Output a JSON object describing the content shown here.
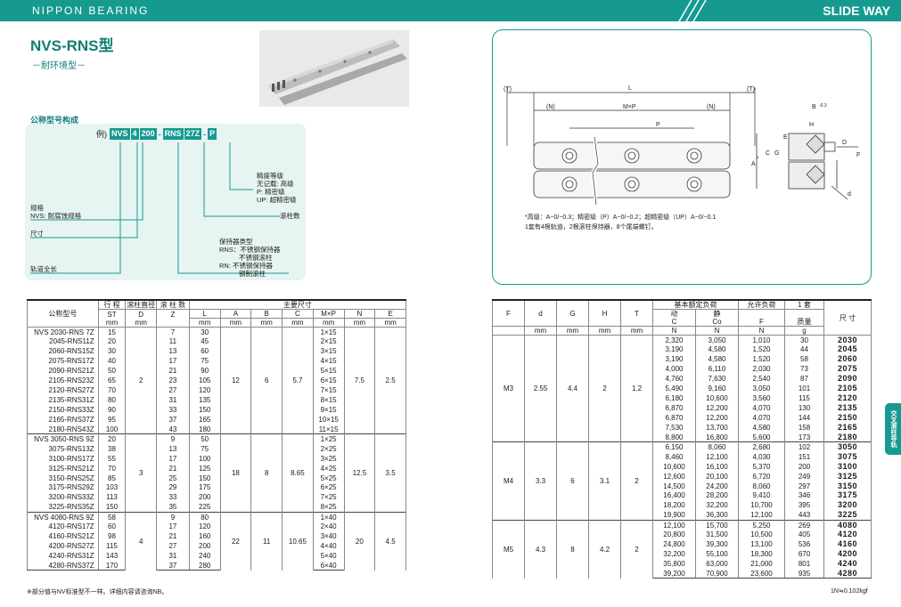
{
  "header": {
    "brand": "NIPPON BEARING",
    "section": "SLIDE WAY"
  },
  "product": {
    "title": "NVS-RNS型",
    "subtitle": "－耐环境型－"
  },
  "code": {
    "title": "公称型号构成",
    "example_label": "例)",
    "segments": [
      "NVS",
      "4",
      "200",
      "RNS",
      "27Z",
      "P"
    ],
    "grade_label": [
      "精度等级",
      "无记载: 高级",
      "P: 精密级",
      "UP: 超精密级"
    ],
    "roller_count": "滚柱数",
    "cage_type": [
      "保持器类型",
      "RNS：不锈钢保持器",
      "不锈钢滚柱",
      "RN: 不锈钢保持器",
      "钢制滚柱"
    ],
    "size_label": [
      "规格",
      "NVS: 耐腐蚀规格"
    ],
    "stroke_label": "尺寸",
    "length_label": "轨道全长"
  },
  "diagram": {
    "dims": {
      "T": "(T)",
      "L": "L",
      "N": "(N)",
      "MxP": "M×P",
      "P": "P",
      "B": "B",
      "Bsub": "-0.3",
      "H": "H",
      "E": "E",
      "C": "C",
      "G": "G",
      "D": "D",
      "F": "F",
      "A": "A",
      "A_star": "*",
      "d": "d"
    },
    "notes": [
      "*高级：A−0/−0.3；精密级（P）A−0/−0.2；超精密级（UP）A−0/−0.1",
      "1套有4根轨道，2根滚柱保持器，8个尾端螺钉。"
    ]
  },
  "table1": {
    "headers": {
      "model": "公称型号",
      "stroke": "行 程",
      "stroke2": "ST",
      "roller_dia": "滚柱直径",
      "roller_dia2": "D",
      "roller_num": "滚 柱 数",
      "roller_num2": "Z",
      "main": "主要尺寸",
      "L": "L",
      "A": "A",
      "B": "B",
      "C": "C",
      "MP": "M×P",
      "N": "N",
      "E": "E",
      "mm": "mm"
    },
    "groups": [
      {
        "D": "2",
        "A": "12",
        "B": "6",
        "C": "5.7",
        "N": "7.5",
        "E": "2.5",
        "rows": [
          [
            "NVS 2030-RNS 7Z",
            "15",
            "7",
            "30",
            "1×15"
          ],
          [
            "2045-RNS11Z",
            "20",
            "11",
            "45",
            "2×15"
          ],
          [
            "2060-RNS15Z",
            "30",
            "13",
            "60",
            "3×15"
          ],
          [
            "2075-RNS17Z",
            "40",
            "17",
            "75",
            "4×15"
          ],
          [
            "2090-RNS21Z",
            "50",
            "21",
            "90",
            "5×15"
          ],
          [
            "2105-RNS23Z",
            "65",
            "23",
            "105",
            "6×15"
          ],
          [
            "2120-RNS27Z",
            "70",
            "27",
            "120",
            "7×15"
          ],
          [
            "2135-RNS31Z",
            "80",
            "31",
            "135",
            "8×15"
          ],
          [
            "2150-RNS33Z",
            "90",
            "33",
            "150",
            "9×15"
          ],
          [
            "2165-RNS37Z",
            "95",
            "37",
            "165",
            "10×15"
          ],
          [
            "2180-RNS43Z",
            "100",
            "43",
            "180",
            "11×15"
          ]
        ]
      },
      {
        "D": "3",
        "A": "18",
        "B": "8",
        "C": "8.65",
        "N": "12.5",
        "E": "3.5",
        "rows": [
          [
            "NVS 3050-RNS 9Z",
            "20",
            "9",
            "50",
            "1×25"
          ],
          [
            "3075-RNS13Z",
            "38",
            "13",
            "75",
            "2×25"
          ],
          [
            "3100-RNS17Z",
            "55",
            "17",
            "100",
            "3×25"
          ],
          [
            "3125-RNS21Z",
            "70",
            "21",
            "125",
            "4×25"
          ],
          [
            "3150-RNS25Z",
            "85",
            "25",
            "150",
            "5×25"
          ],
          [
            "3175-RNS29Z",
            "103",
            "29",
            "175",
            "6×25"
          ],
          [
            "3200-RNS33Z",
            "113",
            "33",
            "200",
            "7×25"
          ],
          [
            "3225-RNS35Z",
            "150",
            "35",
            "225",
            "8×25"
          ]
        ]
      },
      {
        "D": "4",
        "A": "22",
        "B": "11",
        "C": "10.65",
        "N": "20",
        "E": "4.5",
        "rows": [
          [
            "NVS 4080-RNS 9Z",
            "58",
            "9",
            "80",
            "1×40"
          ],
          [
            "4120-RNS17Z",
            "60",
            "17",
            "120",
            "2×40"
          ],
          [
            "4160-RNS21Z",
            "98",
            "21",
            "160",
            "3×40"
          ],
          [
            "4200-RNS27Z",
            "115",
            "27",
            "200",
            "4×40"
          ],
          [
            "4240-RNS31Z",
            "143",
            "31",
            "240",
            "5×40"
          ],
          [
            "4280-RNS37Z",
            "170",
            "37",
            "280",
            "6×40"
          ]
        ]
      }
    ],
    "footnote": "※部分值与NV标准型不一样。详细内容请咨询NB。"
  },
  "table2": {
    "headers": {
      "F": "F",
      "d": "d",
      "G": "G",
      "H": "H",
      "T": "T",
      "rating": "基本额定负荷",
      "dynamic": "动",
      "static": "静",
      "allow": "允许负荷",
      "set": "1 套",
      "mass": "质量",
      "size": "尺 寸",
      "C": "C",
      "Co": "Co",
      "Fcol": "F",
      "N": "N",
      "g": "g",
      "mm": "mm"
    },
    "groups": [
      {
        "F": "M3",
        "d": "2.55",
        "G": "4.4",
        "H": "2",
        "T": "1.2",
        "rows": [
          [
            "2,320",
            "3,050",
            "1,010",
            "30",
            "2030"
          ],
          [
            "3,190",
            "4,580",
            "1,520",
            "44",
            "2045"
          ],
          [
            "3,190",
            "4,580",
            "1,520",
            "58",
            "2060"
          ],
          [
            "4,000",
            "6,110",
            "2,030",
            "73",
            "2075"
          ],
          [
            "4,760",
            "7,630",
            "2,540",
            "87",
            "2090"
          ],
          [
            "5,490",
            "9,160",
            "3,050",
            "101",
            "2105"
          ],
          [
            "6,180",
            "10,600",
            "3,560",
            "115",
            "2120"
          ],
          [
            "6,870",
            "12,200",
            "4,070",
            "130",
            "2135"
          ],
          [
            "6,870",
            "12,200",
            "4,070",
            "144",
            "2150"
          ],
          [
            "7,530",
            "13,700",
            "4,580",
            "158",
            "2165"
          ],
          [
            "8,800",
            "16,800",
            "5,600",
            "173",
            "2180"
          ]
        ]
      },
      {
        "F": "M4",
        "d": "3.3",
        "G": "6",
        "H": "3.1",
        "T": "2",
        "rows": [
          [
            "6,150",
            "8,060",
            "2,680",
            "102",
            "3050"
          ],
          [
            "8,460",
            "12,100",
            "4,030",
            "151",
            "3075"
          ],
          [
            "10,600",
            "16,100",
            "5,370",
            "200",
            "3100"
          ],
          [
            "12,600",
            "20,100",
            "6,720",
            "249",
            "3125"
          ],
          [
            "14,500",
            "24,200",
            "8,060",
            "297",
            "3150"
          ],
          [
            "16,400",
            "28,200",
            "9,410",
            "346",
            "3175"
          ],
          [
            "18,200",
            "32,200",
            "10,700",
            "395",
            "3200"
          ],
          [
            "19,900",
            "36,300",
            "12,100",
            "443",
            "3225"
          ]
        ]
      },
      {
        "F": "M5",
        "d": "4.3",
        "G": "8",
        "H": "4.2",
        "T": "2",
        "rows": [
          [
            "12,100",
            "15,700",
            "5,250",
            "269",
            "4080"
          ],
          [
            "20,800",
            "31,500",
            "10,500",
            "405",
            "4120"
          ],
          [
            "24,800",
            "39,300",
            "13,100",
            "536",
            "4160"
          ],
          [
            "32,200",
            "55,100",
            "18,300",
            "670",
            "4200"
          ],
          [
            "35,800",
            "63,000",
            "21,000",
            "801",
            "4240"
          ],
          [
            "39,200",
            "70,900",
            "23,600",
            "935",
            "4280"
          ]
        ]
      }
    ],
    "footnote": "1N≒0.102kgf"
  },
  "sidetab": "交叉滚柱导轨",
  "colors": {
    "accent": "#169a90",
    "panel": "#e6f4f2"
  }
}
